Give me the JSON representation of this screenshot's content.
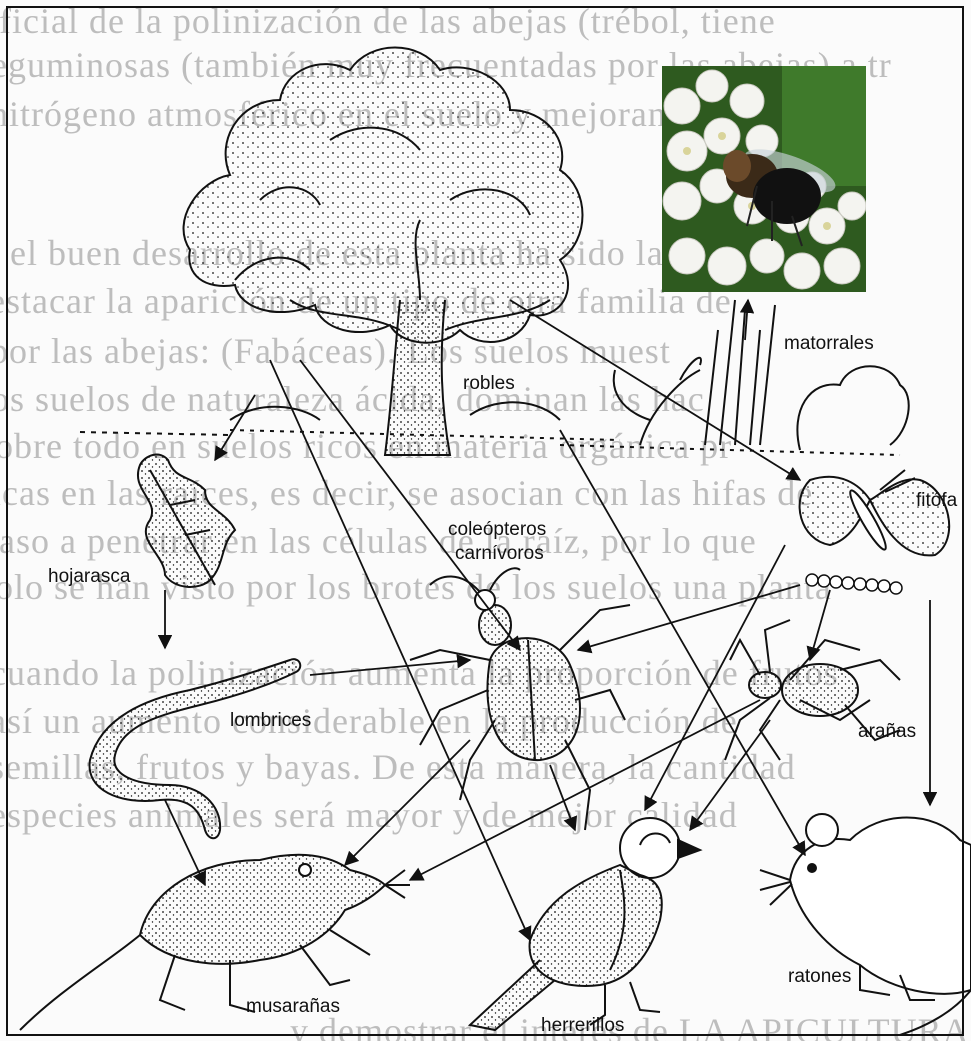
{
  "background_text": [
    "oficial de la polinización de las abejas (trébol, tiene",
    "leguminosas (también muy frecuentadas por las abejas) a tr",
    "nitrógeno atmosférico en el suelo y mejorando el",
    "el buen desarrollo de esta planta ha sido la",
    "destacar la aparición de un tipo de otra familia de",
    "por las abejas: (Fabáceas). Los suelos muest",
    "los suelos de naturaleza ácida, dominan las hac",
    "sobre todo en suelos ricos en materia orgánica pr",
    "ticas en las raíces, es decir, se asocian con las hifas de",
    "paso a penetrar en las células de la raíz, por lo que",
    "solo se han visto por los brotes de los suelos una planta",
    "cuando la polinización aumenta la proporción de frutos",
    "así un aumento considerable en la producción de",
    "semillas, frutos y bayas. De esta manera, la cantidad",
    "especies animales será mayor y de mejor calidad",
    "y demostrar el interés de LA APICULTURA"
  ],
  "labels": {
    "robles": "robles",
    "matorrales": "matorrales",
    "fitofagos": "fitófa",
    "coleopteros_line1": "coleópteros",
    "coleopteros_line2": "carnívoros",
    "hojarasca": "hojarasca",
    "lombrices": "lombrices",
    "aranas": "arañas",
    "musaranas": "musarañas",
    "herrerillos": "herrerillos",
    "ratones": "ratones"
  },
  "colors": {
    "ink": "#111111",
    "page_text": "#bdbdbd",
    "photo_leaf": "#2e5a1f",
    "photo_flower": "#f4f4f0"
  }
}
